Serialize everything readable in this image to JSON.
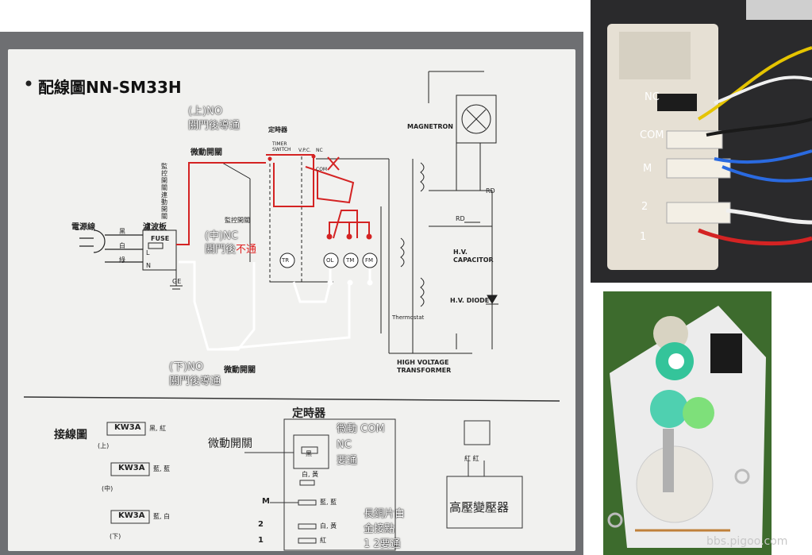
{
  "diagram": {
    "title": "配線圖NN-SM33H",
    "annotations": {
      "upper_no": [
        "(上)NO",
        "關門後導通"
      ],
      "middle_nc": [
        "(中)NC",
        "關門後",
        "不通"
      ],
      "lower_no": [
        "(下)NO",
        "關門後導通"
      ],
      "micro_com": [
        "微動 COM",
        "NC",
        "要通"
      ],
      "long_copper": [
        "長銅片白",
        "金接點",
        "1 2要通"
      ]
    },
    "labels": {
      "micro_switch_top": "微動開關",
      "micro_switch_bottom": "微動開關",
      "monitor_switch": "監控開關",
      "power_cord": "電源線",
      "filter_board": "濾波板",
      "fuse": "FUSE",
      "black": "黑",
      "white": "白",
      "green": "綠",
      "L": "L",
      "N": "N",
      "GE": "GE",
      "timer": "定時器",
      "timer_switch": "TIMER SWITCH",
      "vpc": "V.P.C.",
      "nc": "NC",
      "com": "COM",
      "magnetron": "MAGNETRON",
      "rd": "RD",
      "hv_capacitor": "H.V. CAPACITOR",
      "hv_diode": "H.V. DIODE",
      "thermostat": "Thermostat",
      "hv_transformer": "HIGH VOLTAGE TRANSFORMER",
      "components": [
        "TR",
        "OL",
        "TM",
        "FM"
      ],
      "door_switch_vertical": "監控開關連動開關"
    },
    "lower_section": {
      "wiring_title": "接線圖",
      "kw3a": "KW3A",
      "upper_tag": "(上)",
      "middle_tag": "(中)",
      "lower_tag": "(下)",
      "wire_colors_1": "黑, 紅",
      "wire_colors_2": "藍, 藍",
      "wire_colors_3": "藍, 白",
      "timer_title": "定時器",
      "micro_switch": "微動開關",
      "black": "黑",
      "white_yellow": "白, 黃",
      "m_label": "M",
      "row2_label": "2",
      "row1_label": "1",
      "m_colors": "藍, 藍",
      "row2_colors": "白, 黃",
      "row1_colors": "紅",
      "red_red": "紅 紅",
      "hv_transformer": "高壓變壓器"
    }
  },
  "photo_top": {
    "labels": [
      "NC",
      "COM",
      "M",
      "2",
      "1"
    ]
  },
  "watermark": "bbs.pigoo.com",
  "colors": {
    "red_wire": "#d42323",
    "white_wire": "#ffffff",
    "board_bg": "#6e6f72",
    "paper_bg": "#f1f1ef"
  }
}
